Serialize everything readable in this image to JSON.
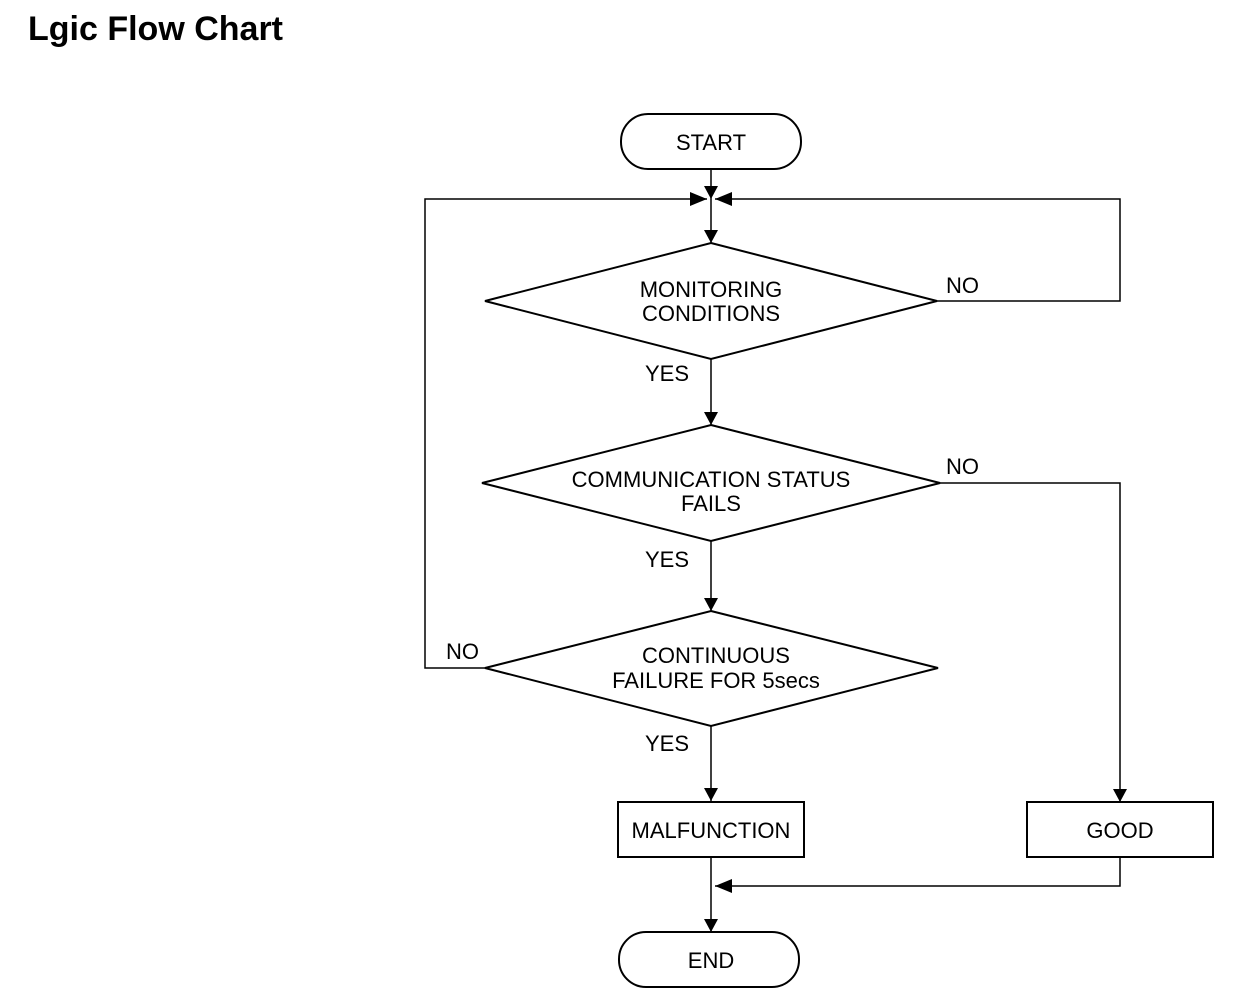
{
  "page": {
    "title": "Lgic Flow Chart"
  },
  "nodes": {
    "start": "START",
    "monitoring": [
      "MONITORING",
      "CONDITIONS"
    ],
    "communication": [
      "COMMUNICATION STATUS",
      "FAILS"
    ],
    "continuous": [
      "CONTINUOUS",
      "FAILURE FOR 5secs"
    ],
    "malfunction": "MALFUNCTION",
    "good": "GOOD",
    "end": "END"
  },
  "edges": {
    "monitoring_yes": "YES",
    "monitoring_no": "NO",
    "communication_yes": "YES",
    "communication_no": "NO",
    "continuous_yes": "YES",
    "continuous_no": "NO"
  }
}
